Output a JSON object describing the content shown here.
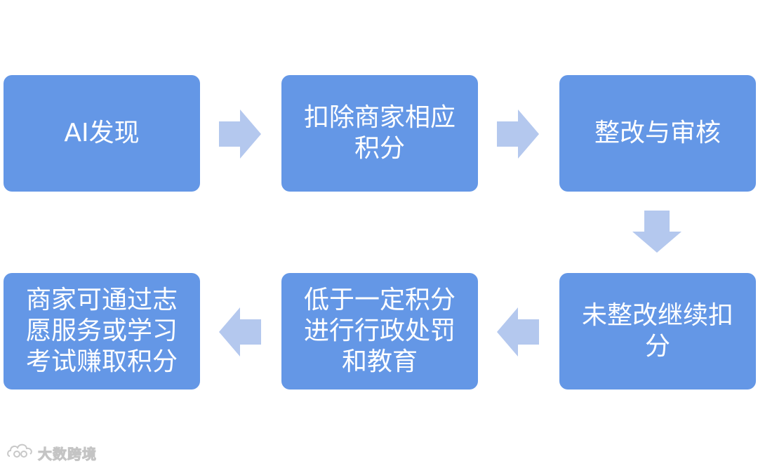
{
  "flow": {
    "nodes": [
      {
        "id": "n1",
        "label": "AI发现"
      },
      {
        "id": "n2",
        "label": "扣除商家相应\n积分"
      },
      {
        "id": "n3",
        "label": "整改与审核"
      },
      {
        "id": "n4",
        "label": "未整改继续扣\n分"
      },
      {
        "id": "n5",
        "label": "低于一定积分\n进行行政处罚\n和教育"
      },
      {
        "id": "n6",
        "label": "商家可通过志\n愿服务或学习\n考试赚取积分"
      }
    ],
    "edges": [
      {
        "from": "n1",
        "to": "n2",
        "direction": "right"
      },
      {
        "from": "n2",
        "to": "n3",
        "direction": "right"
      },
      {
        "from": "n3",
        "to": "n4",
        "direction": "down"
      },
      {
        "from": "n4",
        "to": "n5",
        "direction": "left"
      },
      {
        "from": "n5",
        "to": "n6",
        "direction": "left"
      }
    ],
    "colors": {
      "node_fill": "#6497e6",
      "node_text": "#ffffff",
      "arrow_fill": "#b4c8ee"
    }
  },
  "watermark": {
    "text": "大数跨境",
    "icon": "cloud-logo-icon"
  }
}
